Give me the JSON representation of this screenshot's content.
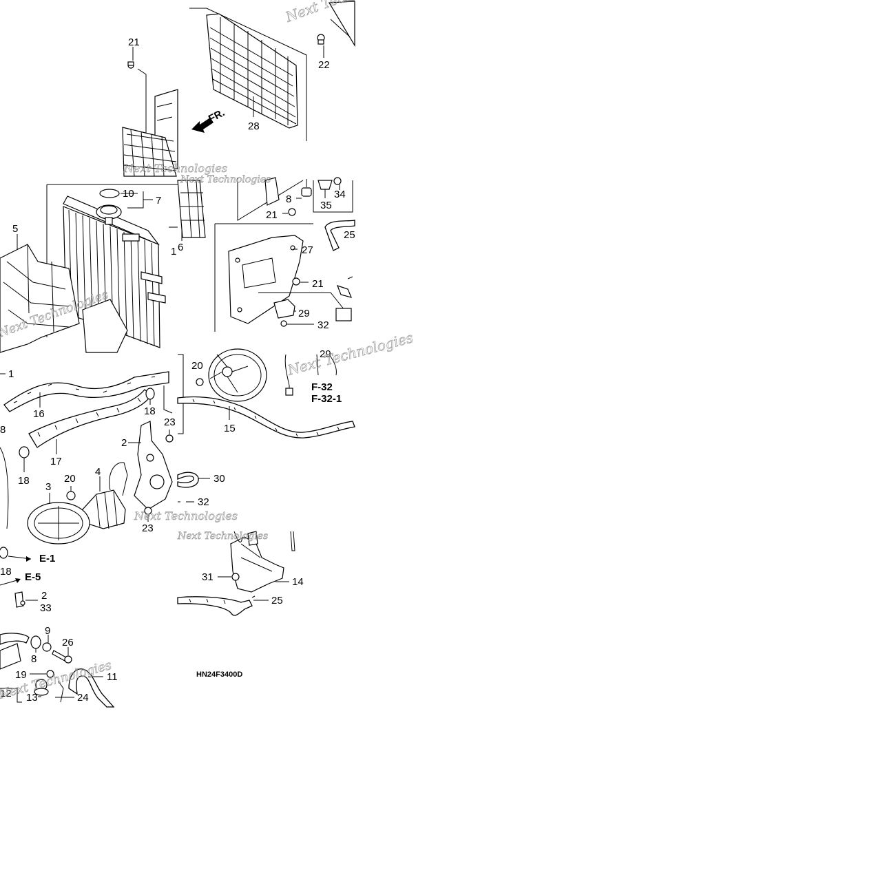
{
  "diagram_code": "HN24F3400D",
  "watermark": "Next Technologies",
  "callouts": {
    "c21a": "21",
    "c22": "22",
    "c28": "28",
    "c10": "10",
    "c7": "7",
    "c5": "5",
    "c6": "6",
    "c1x": "1",
    "c8a": "8",
    "c21b": "21",
    "c35": "35",
    "c34": "34",
    "c25a": "25",
    "c27": "27",
    "c21c": "21",
    "c29": "29",
    "c32a": "32",
    "c1": "1",
    "c16": "16",
    "c18a": "18",
    "c17": "17",
    "c18b": "18",
    "c18c": "8",
    "c23a": "23",
    "c2a": "2",
    "c20a": "20",
    "c4": "4",
    "c3": "3",
    "c23b": "23",
    "c20b": "20",
    "c15": "15",
    "c29b": "29",
    "c30": "30",
    "c32b": "32",
    "c18d": "18",
    "c2b": "2",
    "c33": "33",
    "c9": "9",
    "c26": "26",
    "c8b": "8",
    "c19": "19",
    "c11": "11",
    "c12": "12",
    "c13": "13",
    "c24": "24",
    "c31": "31",
    "c14": "14",
    "c25b": "25"
  },
  "references": {
    "fr": "FR.",
    "e1": "E-1",
    "e5": "E-5",
    "f32": "F-32",
    "f321": "F-32-1"
  }
}
